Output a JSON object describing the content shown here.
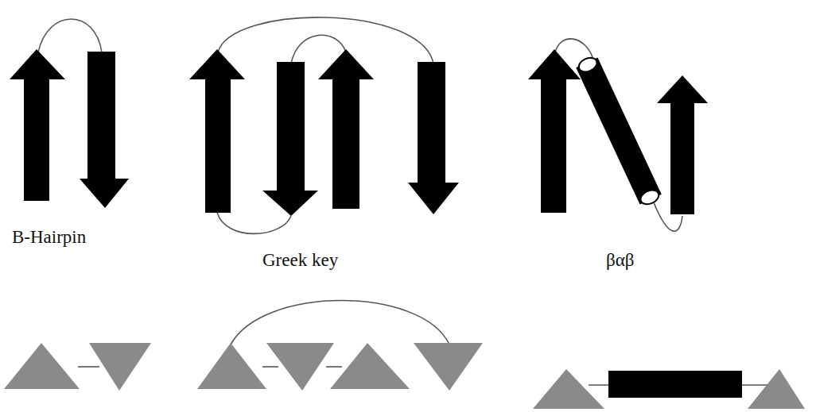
{
  "diagram": {
    "labels": [
      "B-Hairpin",
      "Greek key",
      "βαβ"
    ]
  }
}
